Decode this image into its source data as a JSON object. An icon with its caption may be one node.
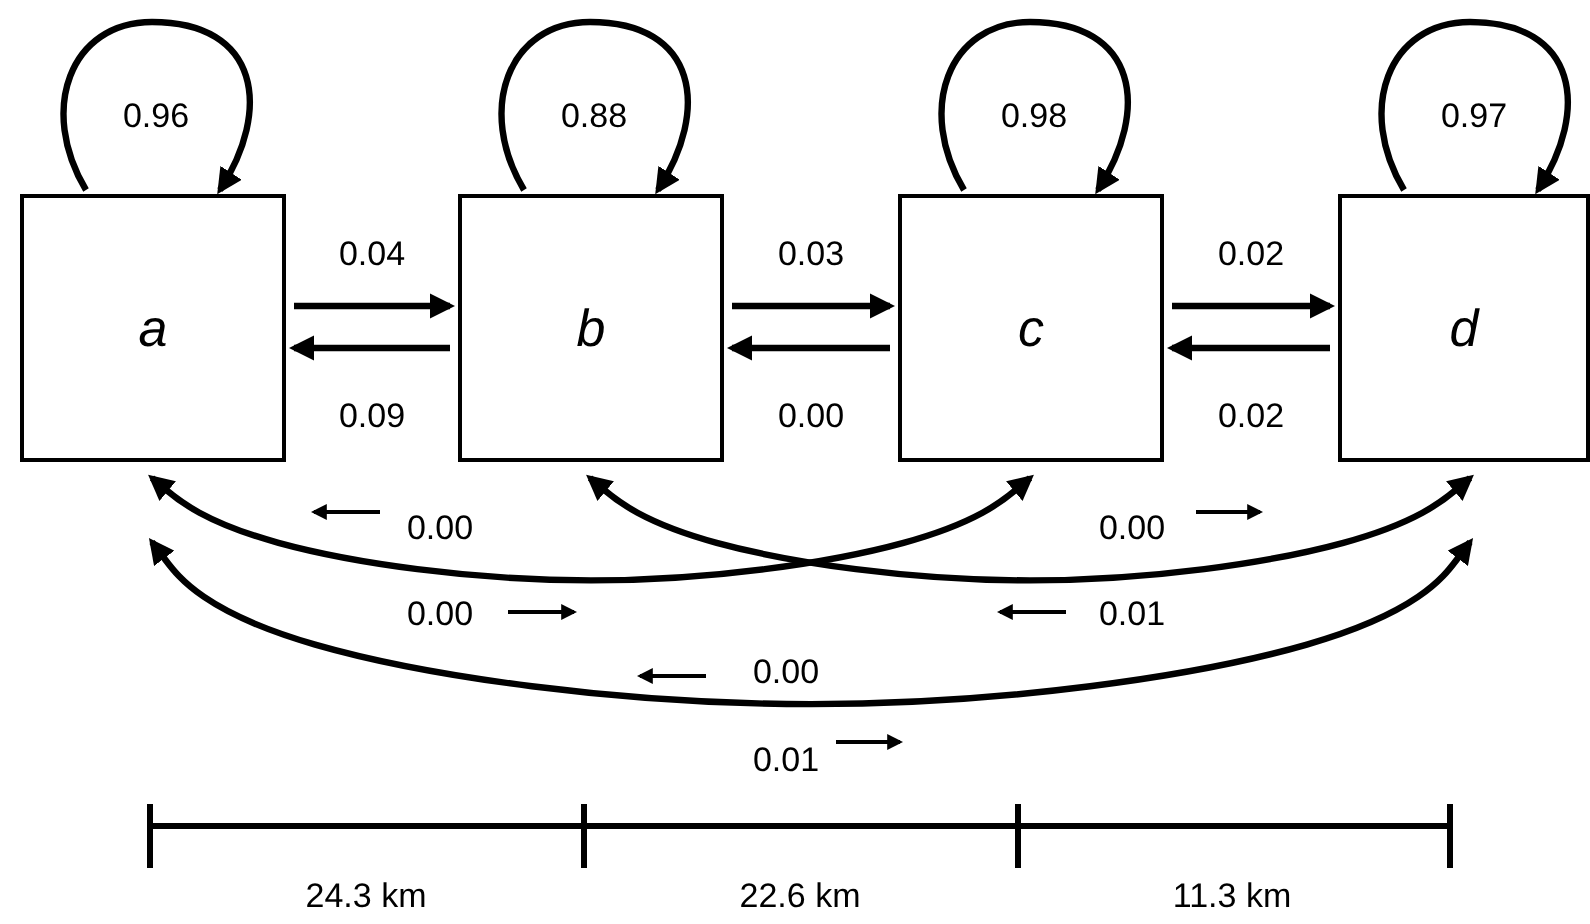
{
  "diagram": {
    "nodes": [
      {
        "text": [
          "a"
        ]
      },
      {
        "text": [
          "b"
        ]
      },
      {
        "text": [
          "c"
        ]
      },
      {
        "text": [
          "d"
        ]
      }
    ],
    "edges": [
      {
        "from": 0,
        "to": 0,
        "arrow": "to",
        "label": "0.96"
      },
      {
        "from": 1,
        "to": 1,
        "arrow": "to",
        "label": "0.88"
      },
      {
        "from": 2,
        "to": 2,
        "arrow": "to",
        "label": "0.98"
      },
      {
        "from": 3,
        "to": 3,
        "arrow": "to",
        "label": "0.97"
      },
      {
        "from": 0,
        "to": 1,
        "arrow": "to",
        "label": "0.04"
      },
      {
        "from": 1,
        "to": 0,
        "arrow": "to",
        "label": "0.09"
      },
      {
        "from": 1,
        "to": 2,
        "arrow": "to",
        "label": "0.03"
      },
      {
        "from": 2,
        "to": 1,
        "arrow": "to",
        "label": "0.00"
      },
      {
        "from": 2,
        "to": 3,
        "arrow": "to",
        "label": "0.02"
      },
      {
        "from": 3,
        "to": 2,
        "arrow": "to",
        "label": "0.02"
      },
      {
        "from": 0,
        "to": 2,
        "arrow": "both"
      },
      {
        "from": 1,
        "to": 3,
        "arrow": "both"
      },
      {
        "from": 0,
        "to": 3,
        "arrow": "both"
      }
    ],
    "labels": [
      "0.00",
      "0.00",
      "0.00",
      "0.01",
      "0.00",
      "0.01",
      "24.3 km",
      "22.6 km",
      "11.3 km"
    ]
  }
}
